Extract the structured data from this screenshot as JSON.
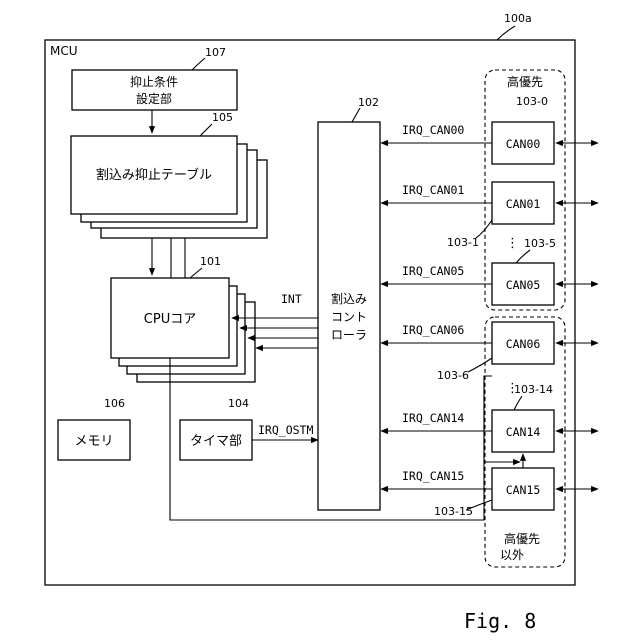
{
  "figure": {
    "caption": "Fig. 8",
    "ref_mcu": "100a",
    "mcu_label": "MCU"
  },
  "blocks": {
    "setting": {
      "ref": "107",
      "line1": "抑止条件",
      "line2": "設定部"
    },
    "table": {
      "ref": "105",
      "label": "割込み抑止テーブル"
    },
    "cpu": {
      "ref": "101",
      "label": "CPUコア"
    },
    "memory": {
      "ref": "106",
      "label": "メモリ"
    },
    "timer": {
      "ref": "104",
      "label": "タイマ部"
    },
    "controller": {
      "ref": "102",
      "line1": "割込み",
      "line2": "コント",
      "line3": "ローラ"
    }
  },
  "signals": {
    "int": "INT",
    "irq_ostm": "IRQ_OSTM",
    "irq_can00": "IRQ_CAN00",
    "irq_can01": "IRQ_CAN01",
    "irq_can05": "IRQ_CAN05",
    "irq_can06": "IRQ_CAN06",
    "irq_can14": "IRQ_CAN14",
    "irq_can15": "IRQ_CAN15"
  },
  "groups": {
    "high": {
      "label": "高優先"
    },
    "other": {
      "line1": "高優先",
      "line2": "以外"
    }
  },
  "can": {
    "can00": {
      "label": "CAN00",
      "ref": "103-0"
    },
    "can01": {
      "label": "CAN01",
      "ref": "103-1"
    },
    "can05": {
      "label": "CAN05",
      "ref": "103-5"
    },
    "can06": {
      "label": "CAN06",
      "ref": "103-6"
    },
    "can14": {
      "label": "CAN14",
      "ref": "103-14"
    },
    "can15": {
      "label": "CAN15",
      "ref": "103-15"
    }
  },
  "ellipsis": "⋮"
}
